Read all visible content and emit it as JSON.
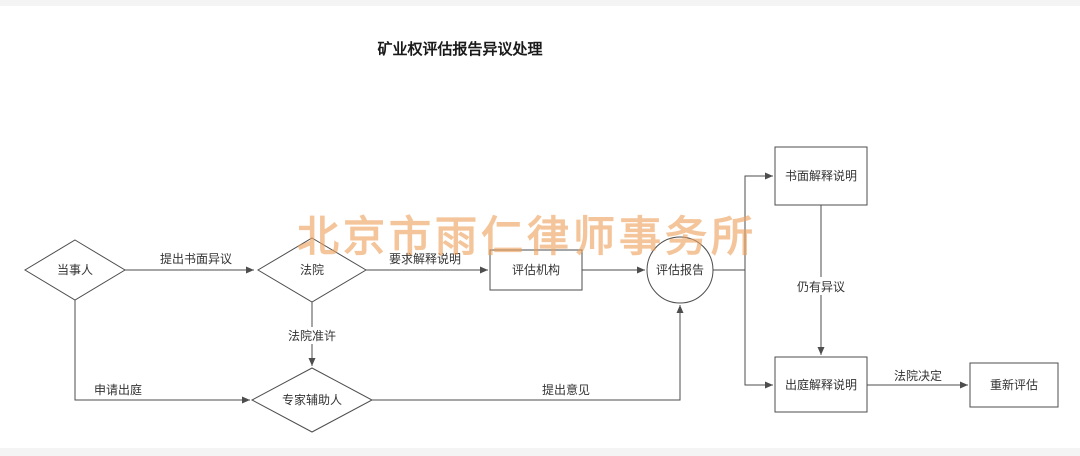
{
  "page": {
    "title": "矿业权评估报告异议处理",
    "watermark": "北京市雨仁律师事务所"
  },
  "colors": {
    "watermark": "#EEA25C",
    "line": "#4D4D4D",
    "text": "#333333",
    "background": "#FFFFFF"
  },
  "nodes": {
    "party": {
      "label": "当事人",
      "shape": "diamond"
    },
    "court": {
      "label": "法院",
      "shape": "diamond"
    },
    "agency": {
      "label": "评估机构",
      "shape": "rect"
    },
    "report": {
      "label": "评估报告",
      "shape": "circle"
    },
    "written_explanation": {
      "label": "书面解释说明",
      "shape": "rect"
    },
    "appear_explanation": {
      "label": "出庭解释说明",
      "shape": "rect"
    },
    "reassess": {
      "label": "重新评估",
      "shape": "rect"
    },
    "expert": {
      "label": "专家辅助人",
      "shape": "diamond"
    }
  },
  "edges": {
    "party_to_court": "提出书面异议",
    "court_to_agency": "要求解释说明",
    "still_objection": "仍有异议",
    "court_decision": "法院决定",
    "court_permission": "法院准许",
    "apply_appear": "申请出庭",
    "submit_opinion": "提出意见"
  }
}
